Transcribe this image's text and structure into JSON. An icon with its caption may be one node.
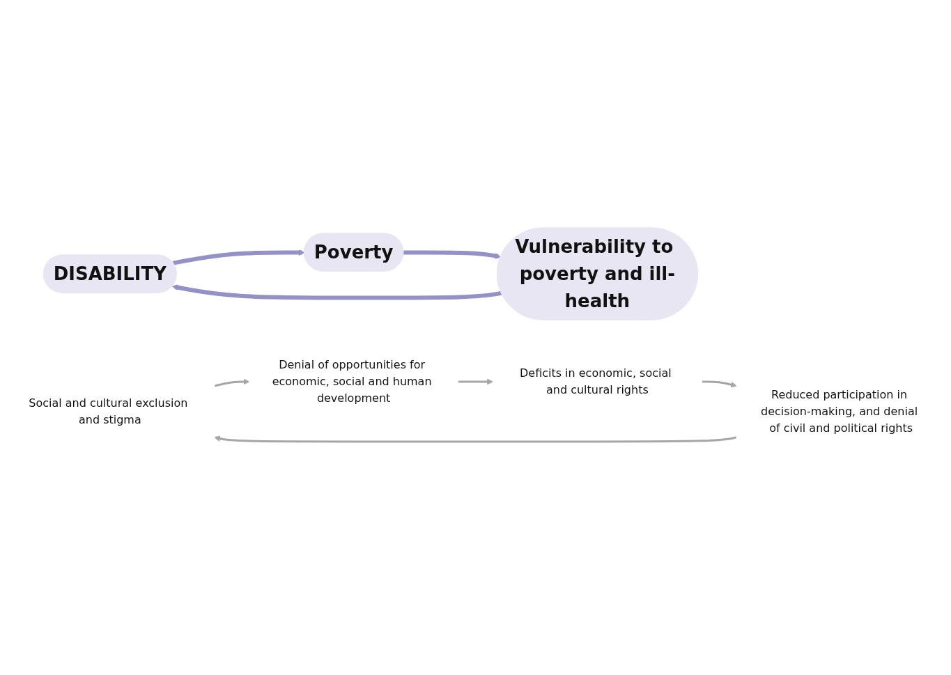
{
  "diagram": {
    "nodes": [
      {
        "text": [
          "DISABILITY"
        ]
      },
      {
        "text": [
          "Poverty"
        ]
      },
      {
        "text": [
          "Vulnerability to poverty and ill-health"
        ]
      },
      {
        "text": [
          "Social and cultural exclusion and stigma"
        ]
      },
      {
        "text": [
          "Denial of opportunities for economic, social and human development"
        ]
      },
      {
        "text": [
          "Deficits in economic, social and cultural rights"
        ]
      },
      {
        "text": [
          "Reduced participation in decision-making, and denial of civil and political rights"
        ]
      }
    ],
    "edges": [
      {
        "from": 0,
        "to": 1,
        "arrow": "to",
        "style": "thick",
        "color": "#9391c5"
      },
      {
        "from": 1,
        "to": 2,
        "arrow": "to",
        "style": "thick",
        "color": "#9391c5"
      },
      {
        "from": 2,
        "to": 0,
        "arrow": "to",
        "style": "thick",
        "color": "#9391c5"
      },
      {
        "from": 3,
        "to": 4,
        "arrow": "to",
        "color": "#a6a6a6"
      },
      {
        "from": 4,
        "to": 5,
        "arrow": "to",
        "color": "#a6a6a6"
      },
      {
        "from": 5,
        "to": 6,
        "arrow": "to",
        "color": "#a6a6a6"
      },
      {
        "from": 6,
        "to": 3,
        "arrow": "to",
        "color": "#a6a6a6"
      }
    ]
  }
}
